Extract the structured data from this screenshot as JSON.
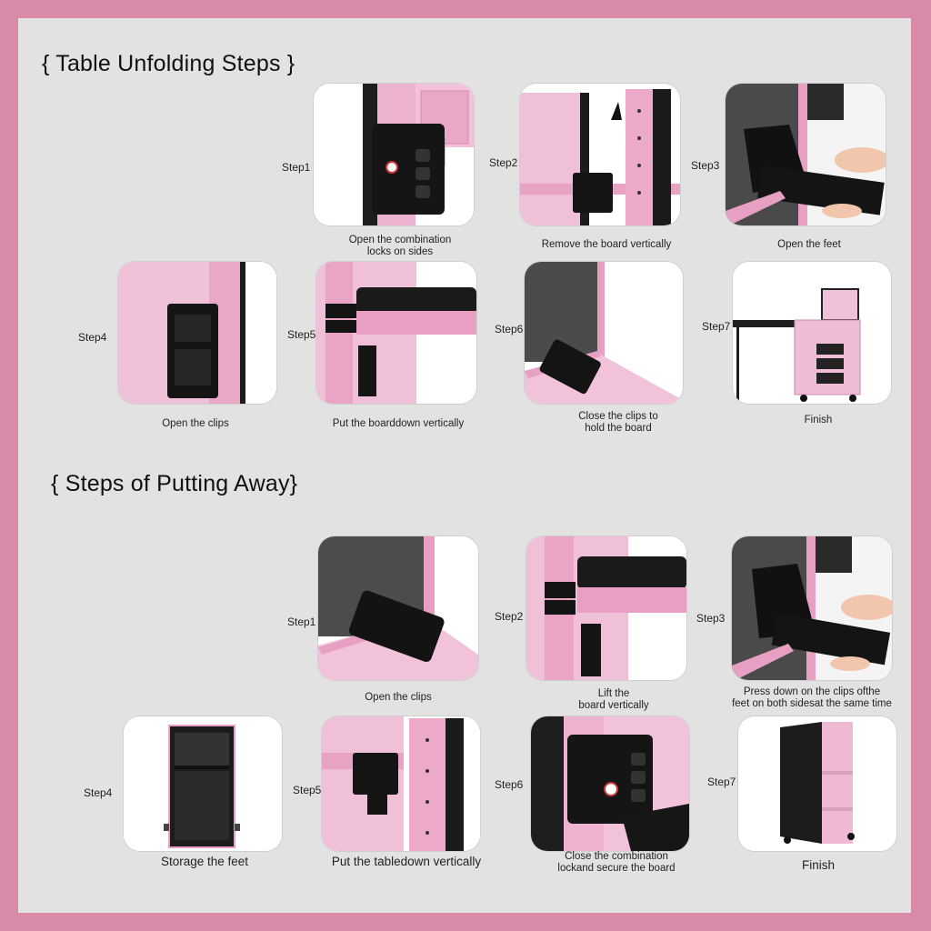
{
  "section1": {
    "title": "{ Table  Unfolding  Steps }",
    "steps": [
      {
        "label": "Step1",
        "caption": "Open the combination\nlocks on sides",
        "icon": "combination-lock-icon"
      },
      {
        "label": "Step2",
        "caption": "Remove the board vertically",
        "icon": "board-remove-icon"
      },
      {
        "label": "Step3",
        "caption": "Open the feet",
        "icon": "open-feet-icon"
      },
      {
        "label": "Step4",
        "caption": "Open the clips",
        "icon": "clip-icon"
      },
      {
        "label": "Step5",
        "caption": "Put the boarddown vertically",
        "icon": "board-down-icon"
      },
      {
        "label": "Step6",
        "caption": "Close the clips to\nhold the board",
        "icon": "close-clip-icon"
      },
      {
        "label": "Step7",
        "caption": "Finish",
        "icon": "finished-table-icon"
      }
    ]
  },
  "section2": {
    "title": "{ Steps of Putting Away}",
    "steps": [
      {
        "label": "Step1",
        "caption": "Open the clips",
        "icon": "clip-icon"
      },
      {
        "label": "Step2",
        "caption": "Lift the\nboard vertically",
        "icon": "lift-board-icon"
      },
      {
        "label": "Step3",
        "caption": "Press down on the clips ofthe\nfeet on both sidesat the same time",
        "icon": "press-feet-icon"
      },
      {
        "label": "Step4",
        "caption": "Storage the feet",
        "icon": "stored-feet-icon"
      },
      {
        "label": "Step5",
        "caption": "Put the tabledown vertically",
        "icon": "table-down-icon"
      },
      {
        "label": "Step6",
        "caption": "Close the combination\nlockand secure the board",
        "icon": "combination-lock-icon"
      },
      {
        "label": "Step7",
        "caption": "Finish",
        "icon": "closed-trolley-icon"
      }
    ]
  },
  "colors": {
    "frame": "#d98aa8",
    "background": "#e2e2e2",
    "case_pink": "#eeb6d2",
    "hardware_black": "#1c1c1c"
  }
}
